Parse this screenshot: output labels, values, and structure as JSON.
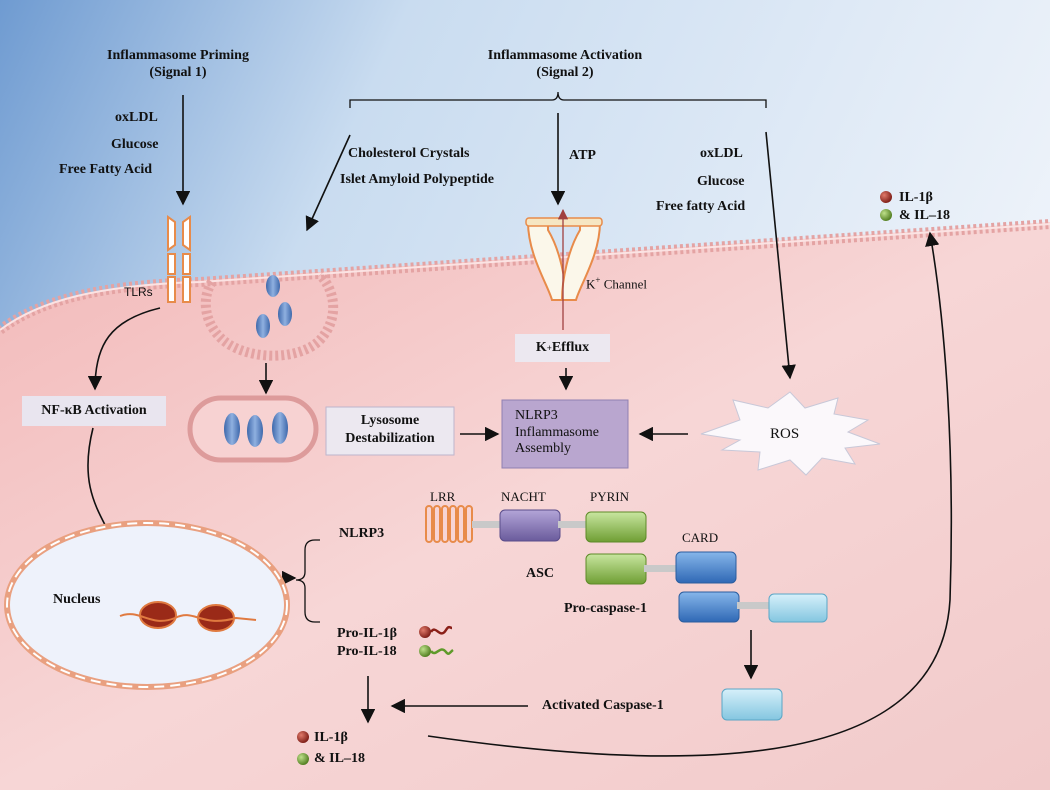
{
  "priming": {
    "title": "Inflammasome Priming",
    "subtitle": "(Signal 1)",
    "inputs": [
      "oxLDL",
      "Glucose",
      "Free Fatty Acid"
    ]
  },
  "activation": {
    "title": "Inflammasome Activation",
    "subtitle": "(Signal 2)"
  },
  "crystals": [
    "Cholesterol Crystals",
    "Islet Amyloid Polypeptide"
  ],
  "atp": "ATP",
  "ros_inputs": [
    "oxLDL",
    "Glucose",
    "Free fatty Acid"
  ],
  "cytokines_top": [
    "IL-1β",
    "& IL–18"
  ],
  "tlrs": "TLRs",
  "k_channel": {
    "sym": "K",
    "sup": "+",
    "rest": " Channel"
  },
  "k_efflux": {
    "sym": "K",
    "sup": "+",
    "rest": " Efflux"
  },
  "nfkb": "NF-κB Activation",
  "lysosome": [
    "Lysosome",
    "Destabilization"
  ],
  "nlrp3_box": [
    "NLRP3",
    "Inflammasome",
    "Assembly"
  ],
  "ros": "ROS",
  "domains": {
    "lrr": "LRR",
    "nacht": "NACHT",
    "pyrin": "PYRIN",
    "card": "CARD",
    "asc": "ASC",
    "procasp": "Pro-caspase-1"
  },
  "nucleus": "Nucleus",
  "genes": {
    "nlrp3": "NLRP3",
    "pro_il1b": "Pro-IL-1β",
    "pro_il18": "Pro-IL-18"
  },
  "activated_casp": "Activated Caspase-1",
  "cytokines_bottom": [
    "IL-1β",
    "& IL–18"
  ],
  "colors": {
    "sky": "#7aa3d4",
    "cell": "#f0c6c6",
    "membrane": "#e2a7a7",
    "vesicle": "#5f86c4",
    "nlrp3": "#b9a6cf",
    "orange": "#f29a3e",
    "nacht": "#8a7ab8",
    "pyrin": "#8dbb4f",
    "card": "#4c86cc",
    "cardlight": "#a9dcee"
  }
}
